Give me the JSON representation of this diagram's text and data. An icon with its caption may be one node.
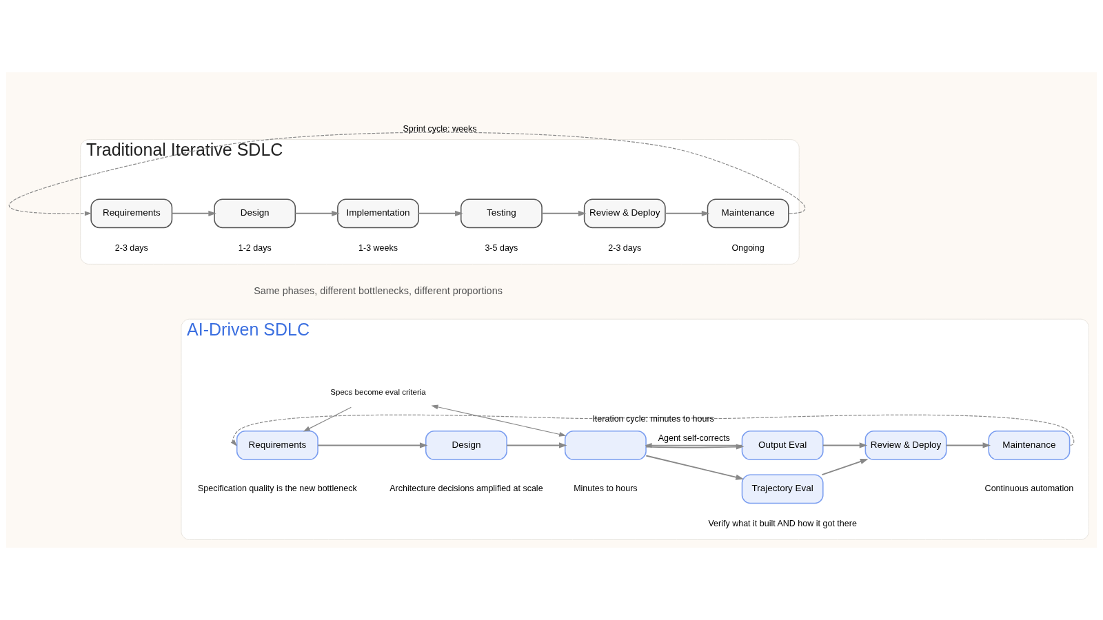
{
  "diagram": {
    "nodes": [
      {
        "text": [
          "Traditional Iterative SDLC"
        ]
      },
      {
        "text": [
          "Requirements"
        ],
        "in": 0,
        "beside": [
          "2-3 days"
        ]
      },
      {
        "text": [
          "Design"
        ],
        "in": 0,
        "beside": [
          "1-2 days"
        ]
      },
      {
        "text": [
          "Implementation"
        ],
        "in": 0,
        "beside": [
          "1-3 weeks"
        ]
      },
      {
        "text": [
          "Testing"
        ],
        "in": 0,
        "beside": [
          "3-5 days"
        ]
      },
      {
        "text": [
          "Review & Deploy"
        ],
        "in": 0,
        "beside": [
          "2-3 days"
        ]
      },
      {
        "text": [
          "Maintenance"
        ],
        "in": 0,
        "beside": [
          "Ongoing"
        ]
      },
      {
        "text": [
          "AI-Driven SDLC"
        ]
      },
      {
        "text": [
          "Requirements"
        ],
        "in": 7,
        "beside": [
          "Specification quality is the new bottleneck"
        ]
      },
      {
        "text": [
          "Design"
        ],
        "in": 7,
        "beside": [
          "Architecture decisions amplified at scale"
        ]
      },
      {
        "text": [],
        "shape": "box",
        "in": 7,
        "beside": [
          "Minutes to hours"
        ]
      },
      {
        "text": [
          "Output Eval"
        ],
        "in": 7
      },
      {
        "text": [
          "Trajectory Eval"
        ],
        "in": 7,
        "beside": [
          "Verify what it built AND how it got there"
        ]
      },
      {
        "text": [
          "Review & Deploy"
        ],
        "in": 7
      },
      {
        "text": [
          "Maintenance"
        ],
        "in": 7,
        "beside": [
          "Continuous automation"
        ]
      },
      {
        "text": [
          "Specs become eval criteria"
        ],
        "in": 7
      }
    ],
    "edges": [
      {
        "from": 1,
        "to": 2,
        "arrow": "to"
      },
      {
        "from": 2,
        "to": 3,
        "arrow": "to"
      },
      {
        "from": 3,
        "to": 4,
        "arrow": "to"
      },
      {
        "from": 4,
        "to": 5,
        "arrow": "to"
      },
      {
        "from": 5,
        "to": 6,
        "arrow": "to"
      },
      {
        "from": 6,
        "to": 1,
        "arrow": "to",
        "style": "dashed",
        "label": "Sprint cycle: weeks"
      },
      {
        "from": 8,
        "to": 9,
        "arrow": "to"
      },
      {
        "from": 9,
        "to": 10,
        "arrow": "to"
      },
      {
        "from": 10,
        "to": 11,
        "arrow": "to"
      },
      {
        "from": 10,
        "to": 12,
        "arrow": "to"
      },
      {
        "from": 11,
        "to": 13,
        "arrow": "to"
      },
      {
        "from": 12,
        "to": 13,
        "arrow": "to"
      },
      {
        "from": 13,
        "to": 14,
        "arrow": "to"
      },
      {
        "from": 14,
        "to": 8,
        "arrow": "to",
        "style": "dashed",
        "label": "Iteration cycle: minutes to hours"
      },
      {
        "from": 15,
        "to": 8,
        "arrow": "to"
      },
      {
        "from": 15,
        "to": 10,
        "arrow": "both"
      },
      {
        "from": 11,
        "to": 10,
        "arrow": "to",
        "label": "Agent self-corrects"
      }
    ],
    "labels": [
      "Same phases, different bottlenecks, different proportions"
    ]
  }
}
